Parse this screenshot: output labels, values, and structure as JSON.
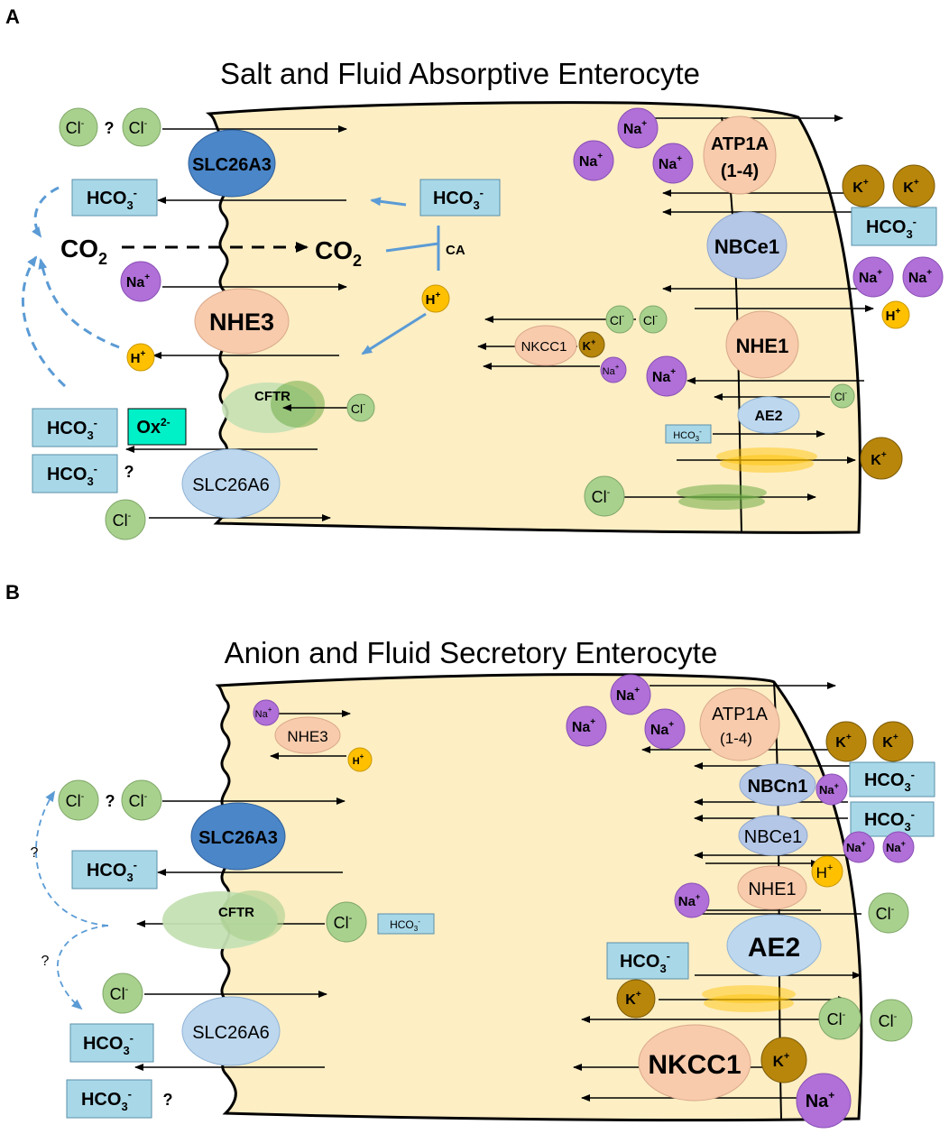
{
  "panel_a": {
    "letter": "A",
    "title": "Salt and Fluid Absorptive Enterocyte",
    "transporters": {
      "slc26a3": "SLC26A3",
      "nhe3": "NHE3",
      "cftr": "CFTR",
      "slc26a6": "SLC26A6",
      "atp1a_l1": "ATP1A",
      "atp1a_l2": "(1-4)",
      "nbce1": "NBCe1",
      "nhe1": "NHE1",
      "nkcc1": "NKCC1",
      "ae2": "AE2"
    },
    "ions": {
      "cl": "Cl",
      "na": "Na",
      "k": "K",
      "h": "H",
      "hco3": "HCO",
      "co2": "CO",
      "ox": "Ox"
    },
    "labels": {
      "ca": "CA",
      "question": "?"
    }
  },
  "panel_b": {
    "letter": "B",
    "title": "Anion and Fluid Secretory Enterocyte",
    "transporters": {
      "nhe3": "NHE3",
      "slc26a3": "SLC26A3",
      "cftr": "CFTR",
      "slc26a6": "SLC26A6",
      "atp1a_l1": "ATP1A",
      "atp1a_l2": "(1-4)",
      "nbcn1": "NBCn1",
      "nbce1": "NBCe1",
      "nhe1": "NHE1",
      "ae2": "AE2",
      "nkcc1": "NKCC1"
    },
    "labels": {
      "question": "?"
    }
  },
  "colors": {
    "cell_fill": "#fdeec4",
    "cl": "#a9d18e",
    "na": "#b070d8",
    "k": "#b8860b",
    "h": "#ffc000",
    "hco3": "#a8d8e8",
    "ox": "#00f0c8",
    "slc26a3": "#4a86c8",
    "slc26a6": "#bdd7ee",
    "peach": "#f8cbad",
    "arrow_blue": "#5b9bd5"
  }
}
